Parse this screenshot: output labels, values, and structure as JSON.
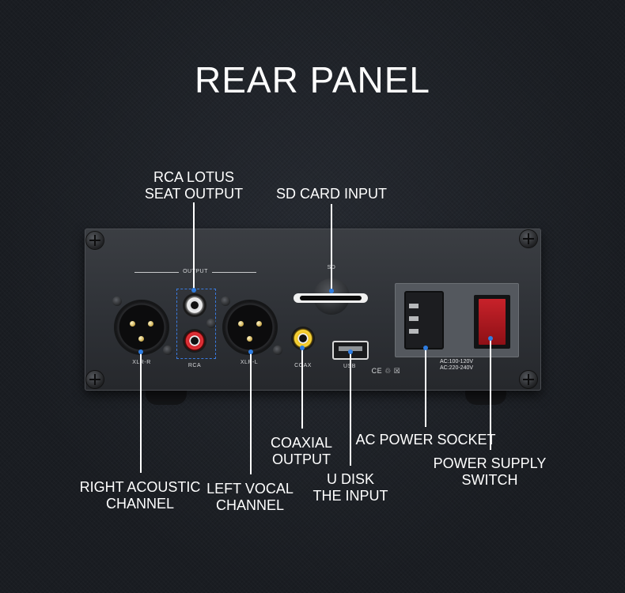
{
  "title": "REAR PANEL",
  "callouts": {
    "rca_output": [
      "RCA LOTUS",
      "SEAT OUTPUT"
    ],
    "sd_card": [
      "SD CARD INPUT"
    ],
    "coaxial": [
      "COAXIAL",
      "OUTPUT"
    ],
    "ac_socket": [
      "AC POWER SOCKET"
    ],
    "power_switch": [
      "POWER SUPPLY",
      "SWITCH"
    ],
    "right_channel": [
      "RIGHT ACOUSTIC",
      "CHANNEL"
    ],
    "left_channel": [
      "LEFT VOCAL",
      "CHANNEL"
    ],
    "u_disk": [
      "U DISK",
      "THE INPUT"
    ]
  },
  "panel": {
    "output": "OUTPUT",
    "sd": "SD",
    "xlr_r": "XLR-R",
    "rca": "RCA",
    "xlr_l": "XLR-L",
    "coax": "COAX",
    "usb": "USB",
    "marks": "CE ♲ ☒",
    "spec_line1": "AC:100-120V",
    "spec_line2": "AC:220-240V"
  },
  "colors": {
    "background": "#1b1e24",
    "accent_dot": "#2f7de1",
    "rca_red": "#d2232a",
    "coax_yellow": "#f0c21a",
    "switch_red": "#c8222a"
  }
}
